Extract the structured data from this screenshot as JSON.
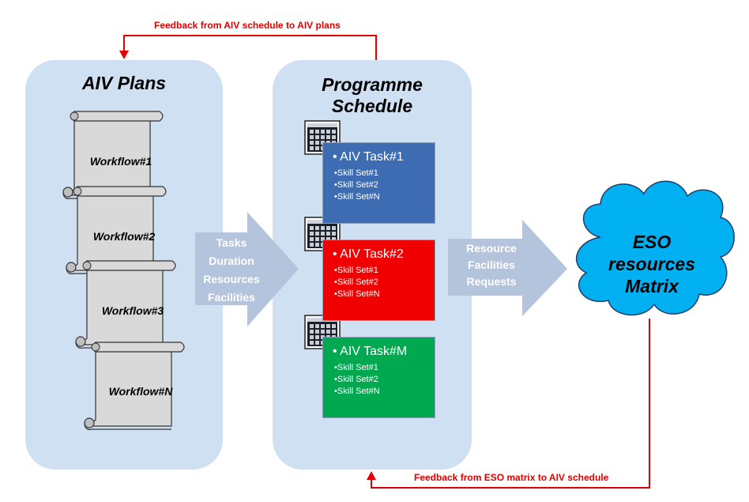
{
  "feedback_top": "Feedback from AIV schedule to AIV plans",
  "feedback_bottom": "Feedback from ESO matrix to AIV schedule",
  "plans": {
    "title": "AIV Plans",
    "workflows": [
      "Workflow#1",
      "Workflow#2",
      "Workflow#3",
      "Workflow#N"
    ]
  },
  "schedule": {
    "title_line1": "Programme",
    "title_line2": "Schedule",
    "tasks": [
      {
        "title": "AIV Task#1",
        "skills": [
          "Skill Set#1",
          "Skill Set#2",
          "Skill Set#N"
        ],
        "color": "#3d6cb3"
      },
      {
        "title": "AIV Task#2",
        "skills": [
          "Skill Set#1",
          "Skill Set#2",
          "Skill Set#N"
        ],
        "color": "#f00000"
      },
      {
        "title": "AIV Task#M",
        "skills": [
          "Skill Set#1",
          "Skill Set#2",
          "Skill Set#N"
        ],
        "color": "#00a94f"
      }
    ]
  },
  "left_arrow": [
    "Tasks",
    "Duration",
    "Resources",
    "Facilities"
  ],
  "right_arrow": [
    "Resource",
    "Facilities",
    "Requests"
  ],
  "cloud": {
    "line1": "ESO",
    "line2": "resources",
    "line3": "Matrix",
    "color": "#00b0f0"
  },
  "colors": {
    "panel": "#cfe0f3",
    "arrow": "#b4c4dc",
    "feedback": "#e00000",
    "scroll": "#d9d9d9"
  }
}
